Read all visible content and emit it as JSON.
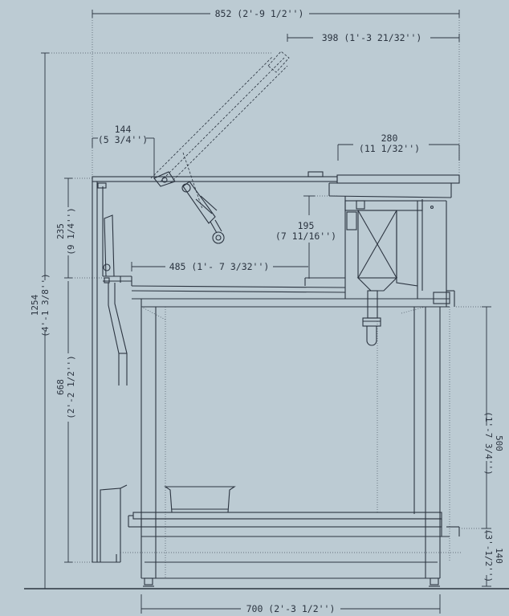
{
  "dimensions": {
    "overall_width": "852 (2'-9 1/2'')",
    "lid_right": "398 (1'-3 21/32'')",
    "handle_offset_mm": "144",
    "handle_offset_in": "(5 3/4'')",
    "tank_width_mm": "280",
    "tank_width_in": "(11 1/32'')",
    "basin_depth_mm": "195",
    "basin_depth_in": "(7 11/16'')",
    "basin_length": "485 (1'- 7 3/32'')",
    "upper_height_mm": "235",
    "upper_height_in": "(9 1/4'')",
    "total_height_mm": "1254",
    "total_height_in": "(4'-1 3/8'')",
    "lower_height_mm": "668",
    "lower_height_in": "(2'-2 1/2'')",
    "right_mid_mm": "500",
    "right_mid_in": "(1'-7 3/4'')",
    "right_low_mm": "140",
    "right_low_in": "(3'-1/2'')",
    "base_width": "700 (2'-3 1/2'')"
  },
  "colors": {
    "background": "#bccbd3",
    "line": "#2b3440"
  }
}
